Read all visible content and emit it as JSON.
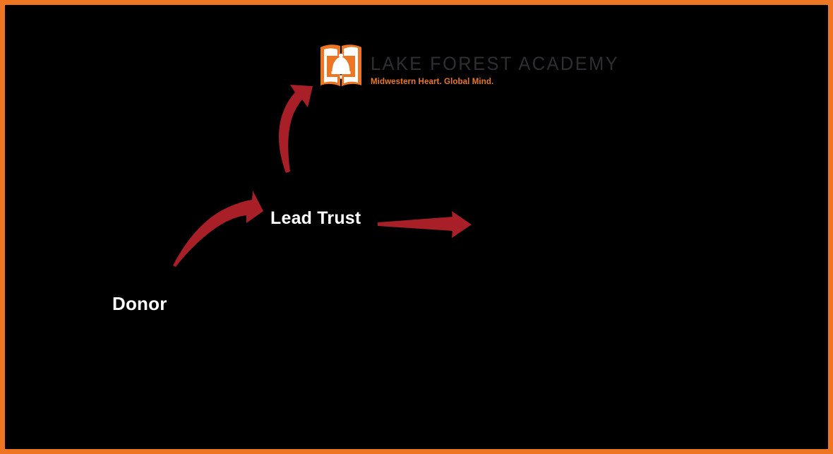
{
  "figure": {
    "kind": "flow-diagram",
    "title": "Charitable Lead Trust flow",
    "background_color": "#000000",
    "border_color": "#ee7623",
    "arrow_color": "#a81f28",
    "label_color": "#ffffff"
  },
  "nodes": [
    {
      "id": "donor",
      "label": "Donor"
    },
    {
      "id": "lead-trust",
      "label": "Lead Trust"
    }
  ],
  "logo": {
    "name": "lake-forest-academy-logo",
    "wordmark": "LAKE FOREST ACADEMY",
    "tagline": "Midwestern Heart. Global Mind.",
    "mark_description": "open-book with liberty bell",
    "mark_color": "#ee7623",
    "wordmark_color": "#2f2f33",
    "tagline_color": "#ee7623"
  },
  "arrows": [
    {
      "id": "donor-to-lead-trust",
      "from": "Donor",
      "to": "Lead Trust",
      "style": "curved-tapered",
      "color": "#a81f28"
    },
    {
      "id": "lead-trust-to-academy",
      "from": "Lead Trust",
      "to": "Lake Forest Academy",
      "style": "curved-tapered",
      "color": "#a81f28"
    },
    {
      "id": "lead-trust-to-right",
      "from": "Lead Trust",
      "to": "",
      "style": "straight-tapered",
      "color": "#a81f28"
    }
  ]
}
